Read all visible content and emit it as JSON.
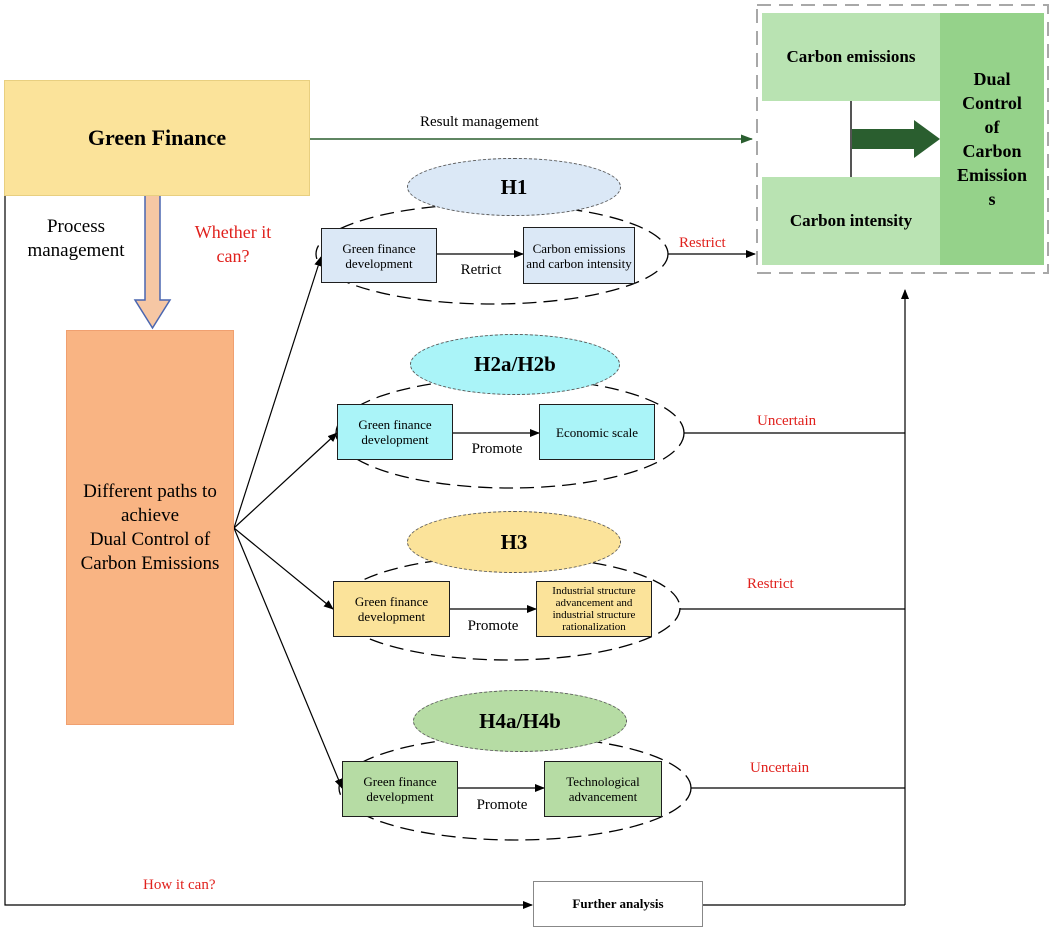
{
  "green_finance": "Green Finance",
  "process_management": "Process management",
  "whether_it_can": "Whether it can?",
  "paths": [
    "Different paths to",
    "achieve",
    "Dual Control of",
    "Carbon Emissions"
  ],
  "result_management": "Result management",
  "how_it_can": "How it can?",
  "further_analysis": "Further analysis",
  "target": {
    "carbon_emissions": "Carbon emissions",
    "carbon_intensity": "Carbon intensity",
    "dual_control": [
      "Dual",
      "Control",
      "of",
      "Carbon",
      "Emission",
      "s"
    ]
  },
  "hypotheses": {
    "h1": {
      "label": "H1",
      "from": "Green finance development",
      "verb": "Retrict",
      "to": "Carbon emissions and carbon intensity",
      "effect": "Restrict"
    },
    "h2": {
      "label": "H2a/H2b",
      "from": "Green finance development",
      "verb": "Promote",
      "to": "Economic scale",
      "effect": "Uncertain"
    },
    "h3": {
      "label": "H3",
      "from": "Green finance development",
      "verb": "Promote",
      "to": "Industrial structure advancement and industrial structure rationalization",
      "effect": "Restrict"
    },
    "h4": {
      "label": "H4a/H4b",
      "from": "Green finance development",
      "verb": "Promote",
      "to": "Technological advancement",
      "effect": "Uncertain"
    }
  },
  "colors": {
    "green_finance": "#fbe39a",
    "paths": "#f9b483",
    "h1": "#dbe8f6",
    "h2": "#aaf4f8",
    "h3": "#fbe39a",
    "h4": "#b6dca4",
    "carbon_boxes": "#b9e3b2",
    "dual_control": "#95d28a",
    "red_text": "#e0211d",
    "big_arrow": "#2a5e2f"
  }
}
